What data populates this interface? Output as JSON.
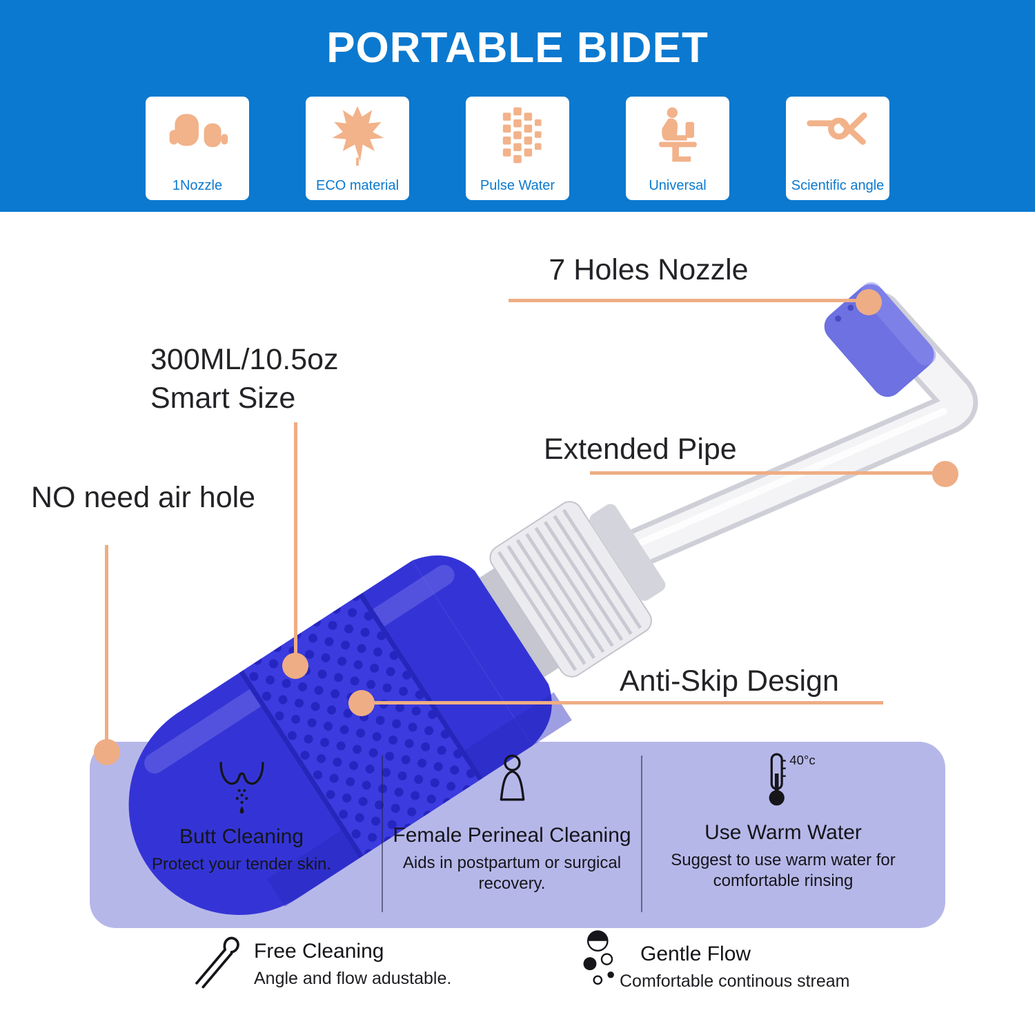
{
  "header": {
    "title": "PORTABLE BIDET",
    "features": [
      {
        "label": "1Nozzle",
        "icon": "nozzle-mitts-icon"
      },
      {
        "label": "ECO material",
        "icon": "maple-leaf-icon"
      },
      {
        "label": "Pulse Water",
        "icon": "pulse-water-icon"
      },
      {
        "label": "Universal",
        "icon": "toilet-user-icon"
      },
      {
        "label": "Scientific angle",
        "icon": "angled-pipe-icon"
      }
    ]
  },
  "callouts": {
    "nozzle": "7 Holes Nozzle",
    "size_line1": "300ML/10.5oz",
    "size_line2": "Smart Size",
    "pipe": "Extended Pipe",
    "air_hole": "NO need air hole",
    "anti_skip": "Anti-Skip Design"
  },
  "benefits": {
    "items": [
      {
        "title": "Butt Cleaning",
        "desc": "Protect your tender skin.",
        "icon": "butt-cleaning-icon"
      },
      {
        "title": "Female Perineal Cleaning",
        "desc": "Aids in postpartum or surgical recovery.",
        "icon": "female-figure-icon"
      },
      {
        "title": "Use Warm Water",
        "desc": "Suggest to use warm water for comfortable rinsing",
        "icon": "thermometer-icon",
        "icon_label": "40°c"
      }
    ]
  },
  "footer": {
    "items": [
      {
        "title": "Free Cleaning",
        "desc": "Angle and flow adustable.",
        "icon": "angled-nozzle-icon"
      },
      {
        "title": "Gentle Flow",
        "desc": "Comfortable continous stream",
        "icon": "water-drops-icon"
      }
    ]
  },
  "colors": {
    "header_blue": "#0b79cf",
    "accent_peach": "#eead84",
    "icon_peach": "#f2b28a",
    "bottle_blue": "#3434d6",
    "nozzle_blue": "#6d71e1",
    "panel_lavender": "#b6b7e9",
    "text_dark": "#232327"
  }
}
